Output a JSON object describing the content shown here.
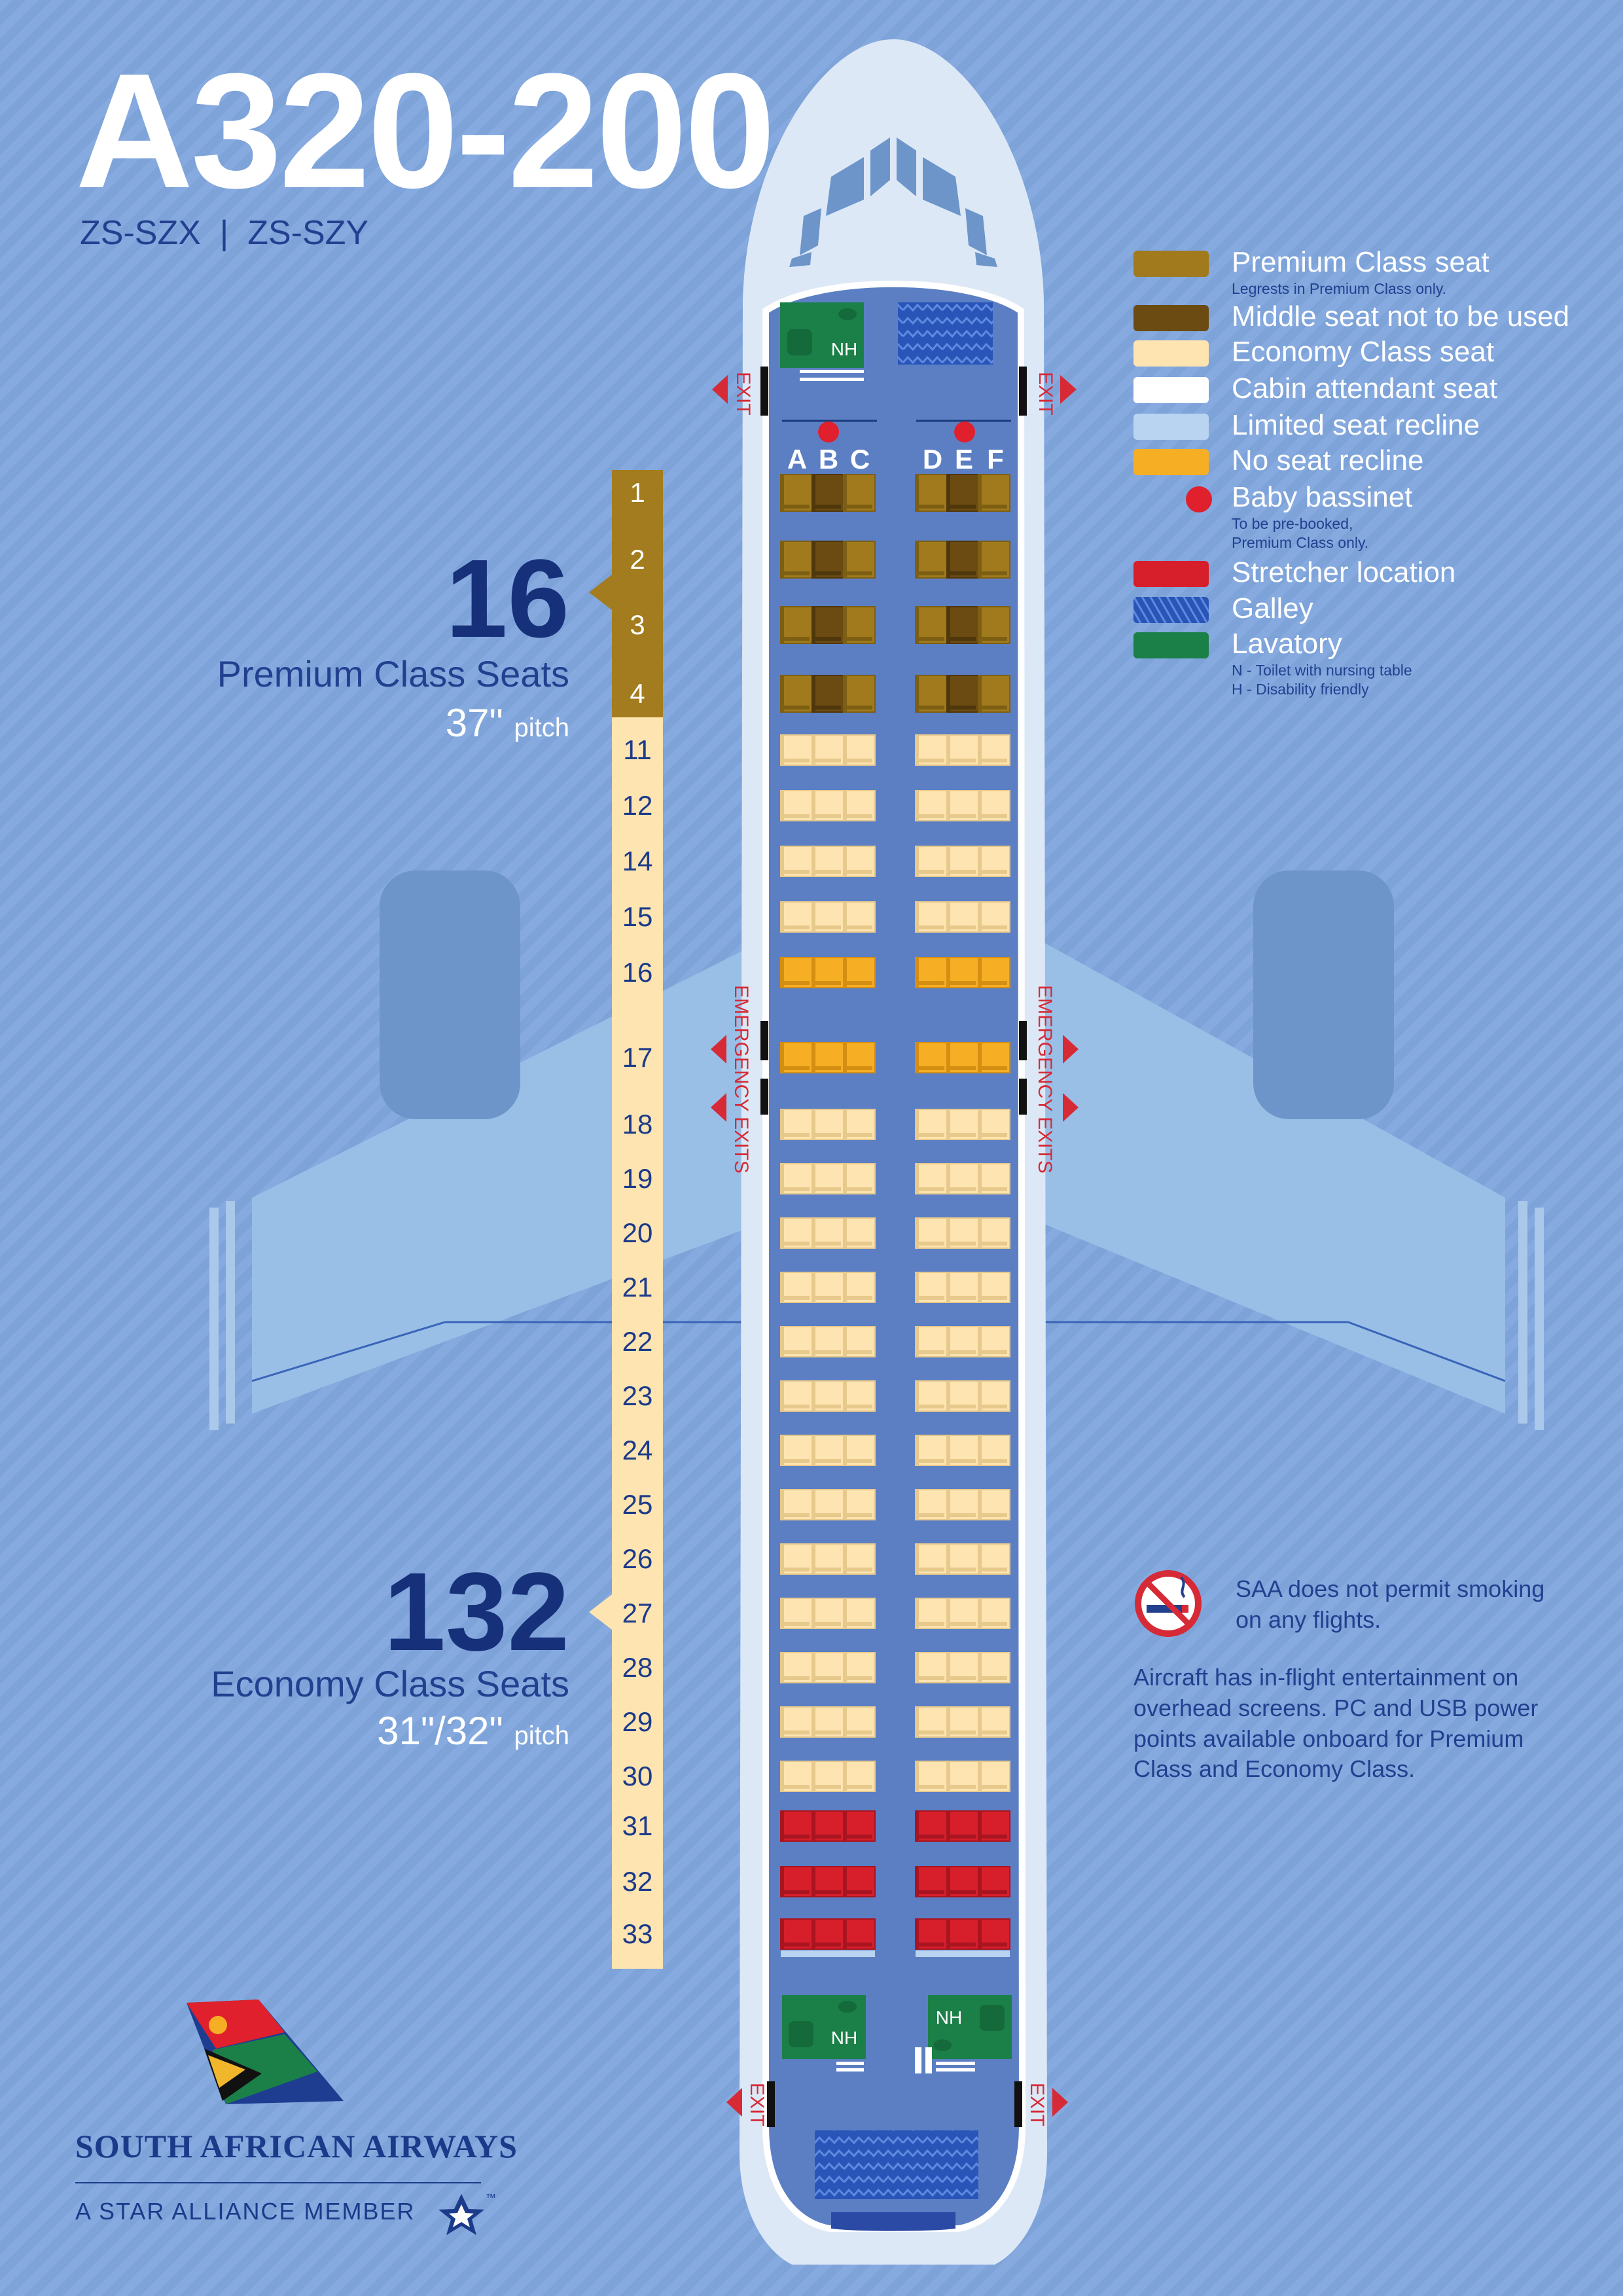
{
  "title": "A320-200",
  "registrations": "ZS-SZX  |  ZS-SZY",
  "premium": {
    "count": "16",
    "label": "Premium Class Seats",
    "pitch_value": "37\"",
    "pitch_word": "pitch",
    "rows": [
      "1",
      "2",
      "3",
      "4"
    ]
  },
  "economy": {
    "count": "132",
    "label": "Economy Class Seats",
    "pitch_value": "31\"/32\"",
    "pitch_word": "pitch",
    "rows": [
      "11",
      "12",
      "14",
      "15",
      "16",
      "17",
      "18",
      "19",
      "20",
      "21",
      "22",
      "23",
      "24",
      "25",
      "26",
      "27",
      "28",
      "29",
      "30",
      "31",
      "32",
      "33"
    ]
  },
  "columns": [
    "A",
    "B",
    "C",
    "D",
    "E",
    "F"
  ],
  "seat_types": {
    "premium_rows": [
      "1",
      "2",
      "3",
      "4"
    ],
    "no_recline_rows": [
      "16",
      "17"
    ],
    "stretcher_rows": [
      "31",
      "32",
      "33"
    ],
    "limited_recline_rows": [
      "33"
    ]
  },
  "exit_labels": {
    "exit": "EXIT",
    "emergency": "EMERGENCY EXITS"
  },
  "lavatory_code": "NH",
  "legend": [
    {
      "label": "Premium Class seat",
      "color": "#a07a1c",
      "note": "Legrests in Premium Class only."
    },
    {
      "label": "Middle seat not to be used",
      "color": "#6b4b12",
      "note": ""
    },
    {
      "label": "Economy Class seat",
      "color": "#fde4b1",
      "note": ""
    },
    {
      "label": "Cabin attendant seat",
      "color": "#ffffff",
      "note": ""
    },
    {
      "label": "Limited seat recline",
      "color": "#b8d4f0",
      "note": ""
    },
    {
      "label": "No seat recline",
      "color": "#f6ae24",
      "note": ""
    },
    {
      "label": "Baby bassinet",
      "color": "#e0202c",
      "note": "To be pre-booked,\nPremium Class only."
    },
    {
      "label": "Stretcher location",
      "color": "#d71f2b",
      "note": ""
    },
    {
      "label": "Galley",
      "color": "#2a55b8",
      "note": ""
    },
    {
      "label": "Lavatory",
      "color": "#1b8048",
      "note": "N - Toilet with nursing table\nH - Disability friendly"
    }
  ],
  "smoking_note": "SAA does not permit smoking on any flights.",
  "entertainment_note": "Aircraft has in-flight entertainment on overhead screens. PC and USB power points available onboard for Premium Class and Economy Class.",
  "airline": {
    "name": "SOUTH AFRICAN AIRWAYS",
    "tagline": "A STAR ALLIANCE MEMBER",
    "trademark": "™"
  },
  "colors": {
    "background": "#7fa6dd",
    "fuselage_interior": "#5c7fc4",
    "premium_bar": "#a27c1e",
    "economy_bar": "#fde4b1",
    "exit_arrow": "#d62a36",
    "text_dark": "#1b3a8a"
  }
}
